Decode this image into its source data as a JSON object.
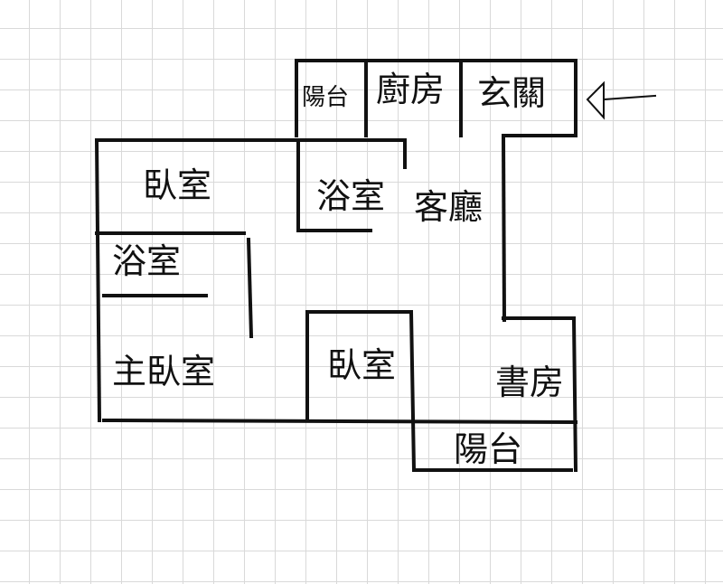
{
  "rooms": {
    "balcony_top": "陽台",
    "kitchen": "廚房",
    "entrance": "玄關",
    "bedroom_top": "臥室",
    "bathroom_center": "浴室",
    "living_room": "客廳",
    "bathroom_left": "浴室",
    "master_bedroom": "主臥室",
    "bedroom_center": "臥室",
    "study": "書房",
    "balcony_bottom": "陽台"
  },
  "colors": {
    "wall": "#111111",
    "grid": "#d9d9d9"
  }
}
